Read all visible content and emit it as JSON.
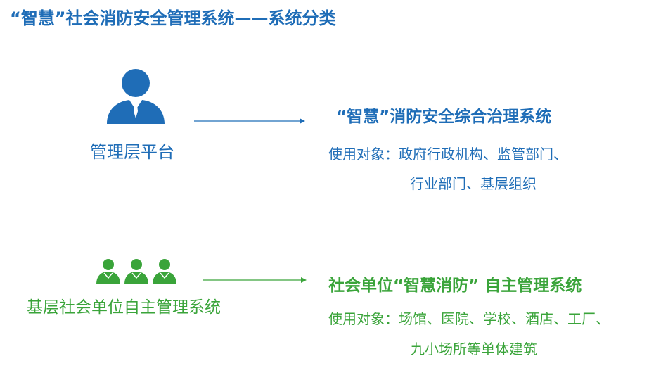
{
  "page_title": "“智慧”社会消防安全管理系统——系统分类",
  "manager_platform": {
    "label": "管理层平台",
    "icon": "manager-person-icon",
    "color": "#1f6db7"
  },
  "grassroots": {
    "label": "基层社会单位自主管理系统",
    "icon": "people-group-icon",
    "color": "#3aa43a"
  },
  "system_top": {
    "title": "“智慧”消防安全综合治理系统",
    "users_line1": "使用对象：政府行政机构、监管部门、",
    "users_line2": "行业部门、基层组织"
  },
  "system_bottom": {
    "title": "社会单位“智慧消防” 自主管理系统",
    "users_line1": "使用对象：场馆、医院、学校、酒店、工厂、",
    "users_line2": "九小场所等单体建筑"
  },
  "colors": {
    "blue": "#1f6db7",
    "green": "#3aa43a",
    "dashed_connector": "#d88b4a"
  }
}
